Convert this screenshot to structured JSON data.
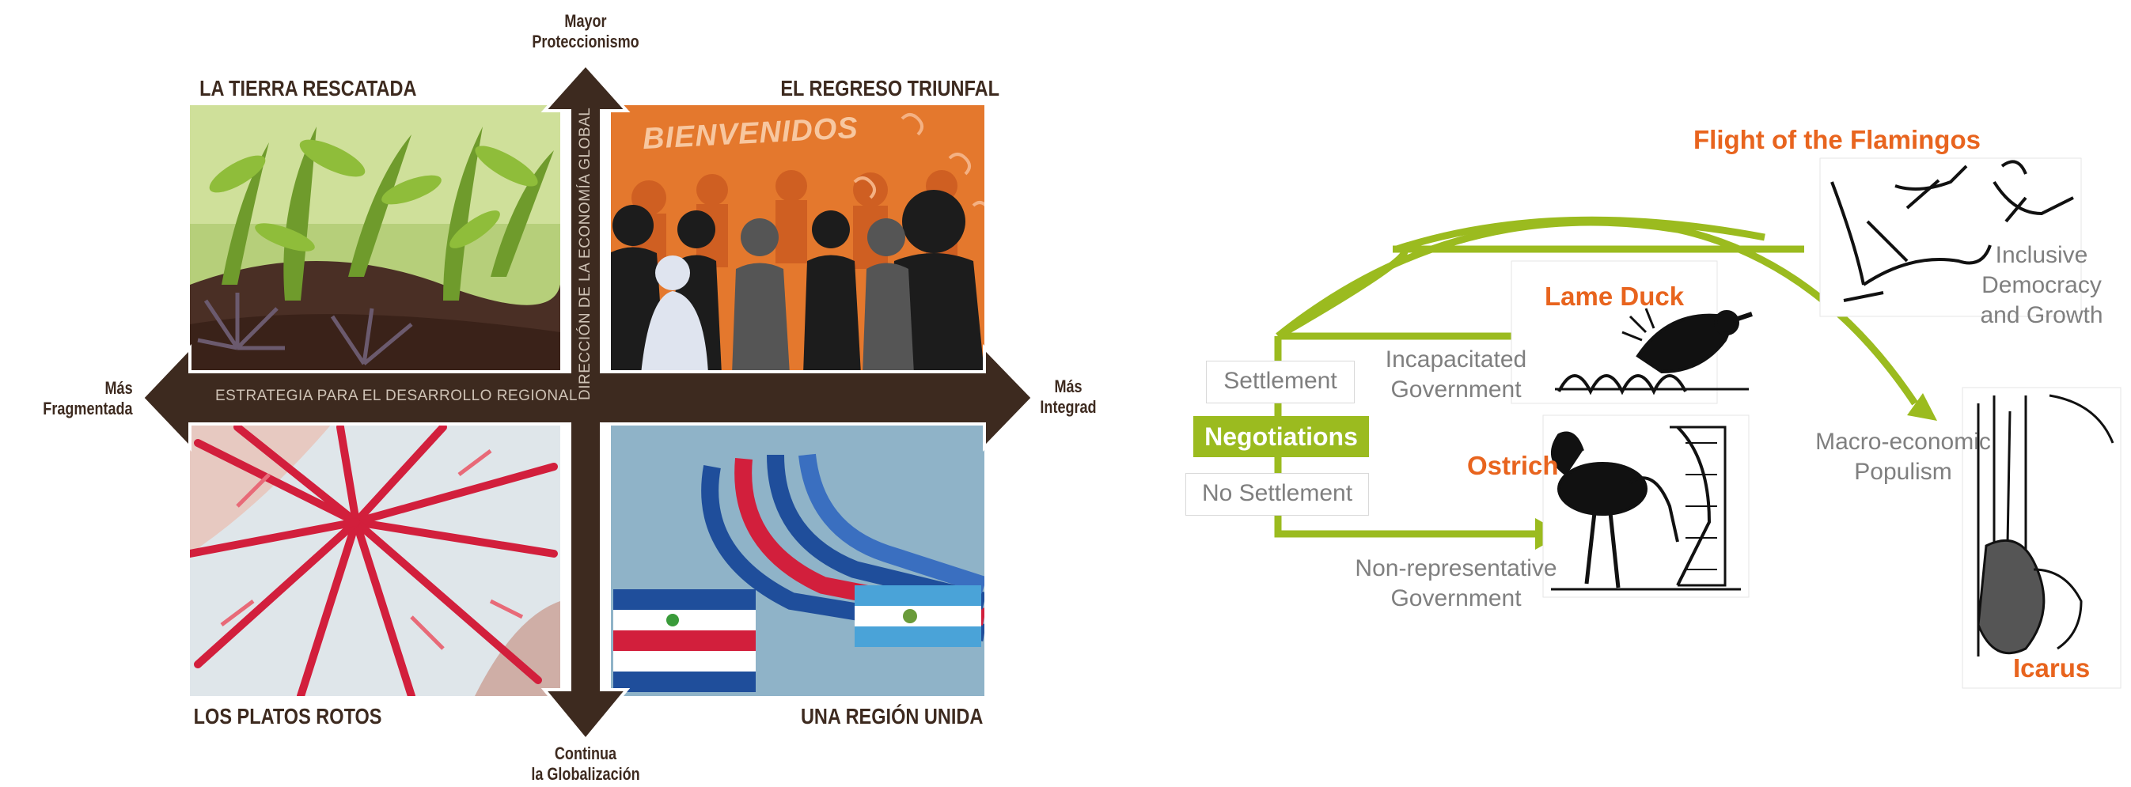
{
  "left_diagram": {
    "axis_top": "Mayor\nProteccionismo",
    "axis_bottom": "Continua\nla Globalización",
    "axis_left": "Más\nFragmentada",
    "axis_right": "Más\nIntegrad",
    "axis_vertical_inner": "DIRECCIÓN DE LA ECONOMÍA GLOBAL",
    "axis_horizontal_inner": "ESTRATEGIA PARA EL DESARROLLO REGIONAL",
    "quadrants": {
      "top_left": "LA TIERRA RESCATADA",
      "top_right": "EL REGRESO TRIUNFAL",
      "bottom_left": "LOS PLATOS ROTOS",
      "bottom_right": "UNA REGIÓN UNIDA"
    },
    "banner_text": "BIENVENIDOS",
    "colors": {
      "arrow": "#3d2a1f",
      "orange": "#e4782d",
      "red": "#d21f3c",
      "blue": "#1f4e9b"
    }
  },
  "right_diagram": {
    "negotiations": "Negotiations",
    "settlement": "Settlement",
    "no_settlement": "No Settlement",
    "incapacitated": "Incapacitated\nGovernment",
    "non_representative": "Non-representative\nGovernment",
    "macro_populism": "Macro-economic\nPopulism",
    "inclusive": "Inclusive\nDemocracy\nand Growth",
    "scenarios": {
      "flamingos": "Flight of the Flamingos",
      "lame_duck": "Lame Duck",
      "ostrich": "Ostrich",
      "icarus": "Icarus"
    },
    "colors": {
      "green": "#9bbb1f",
      "orange": "#e8641e",
      "gray_text": "#7f7f7f"
    }
  }
}
